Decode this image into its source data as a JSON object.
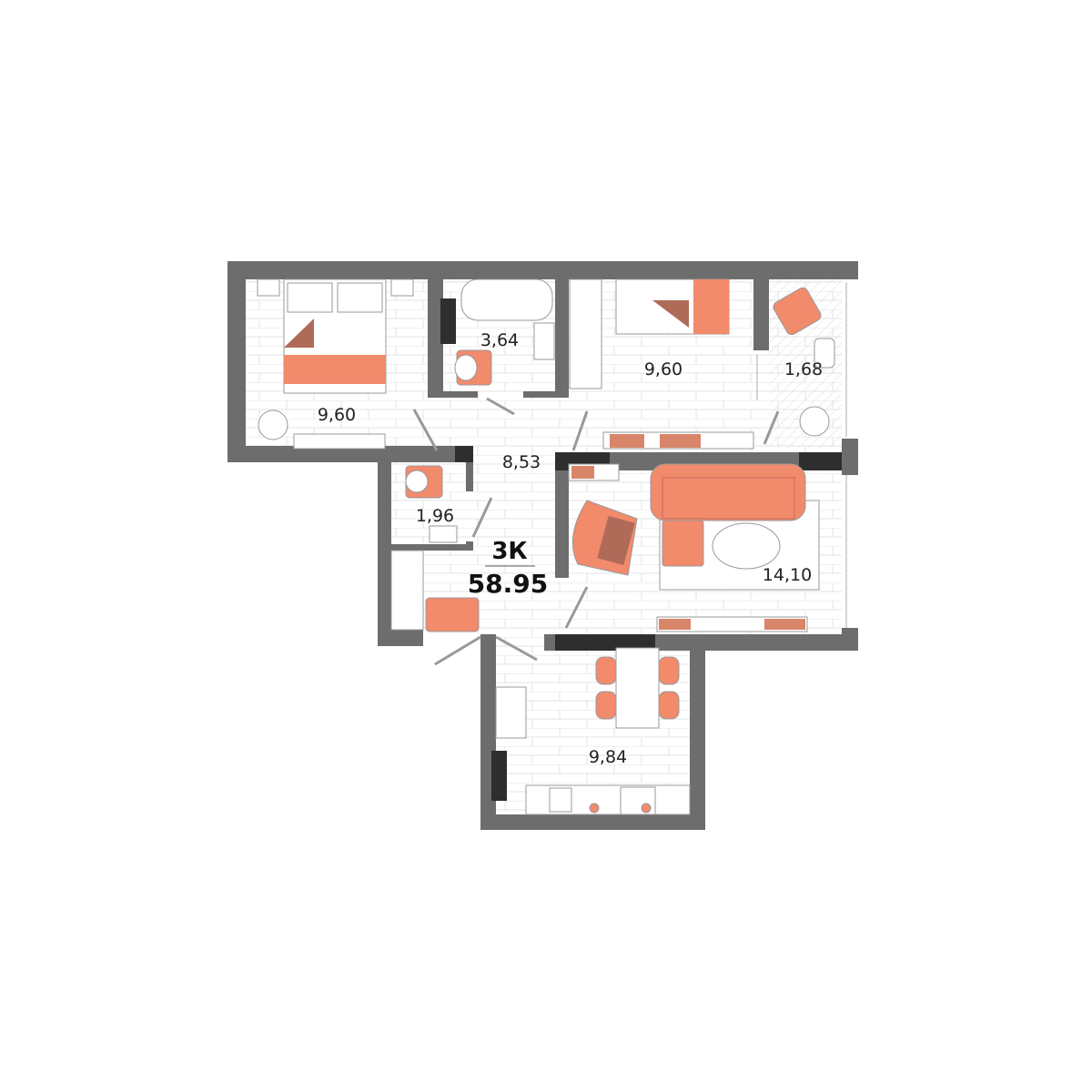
{
  "plan": {
    "type_label": "3К",
    "total_area": "58.95",
    "rooms": [
      {
        "name": "bedroom-1",
        "area": "9,60"
      },
      {
        "name": "bathroom",
        "area": "3,64"
      },
      {
        "name": "bedroom-2",
        "area": "9,60"
      },
      {
        "name": "balcony",
        "area": "1,68"
      },
      {
        "name": "hallway",
        "area": "8,53"
      },
      {
        "name": "toilet",
        "area": "1,96"
      },
      {
        "name": "living-room",
        "area": "14,10"
      },
      {
        "name": "kitchen",
        "area": "9,84"
      }
    ]
  },
  "colors": {
    "wall": "#6d6d6d",
    "wall_dark": "#2e2e2e",
    "accent": "#f28a6c",
    "accent_dark": "#b06b58"
  }
}
